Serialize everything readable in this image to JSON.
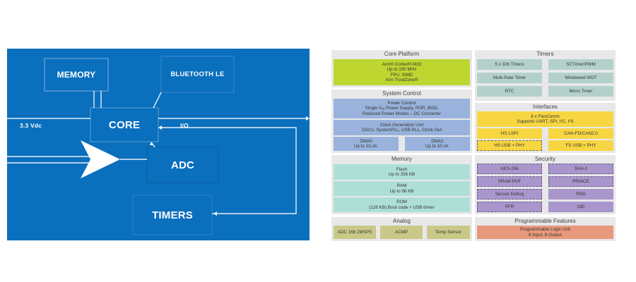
{
  "system_diagram": {
    "background_color": "#0a6fbd",
    "blocks": {
      "memory": "MEMORY",
      "bluetooth": "BLUETOOTH LE",
      "core": "CORE",
      "adc": "ADC",
      "timers": "TIMERS"
    },
    "labels": {
      "supply": "3.3 Vdc",
      "io": "I/O"
    },
    "icons": {
      "amplifier": "amplifier-triangle-icon"
    }
  },
  "mcu_diagram": {
    "core_platform": {
      "title": "Core Platform",
      "color": "#bed630",
      "lines": [
        "Arm® Cortex®-M33",
        "Up to 150 MHz",
        "FPU, SIMD",
        "Arm TrustZone®"
      ]
    },
    "system_control": {
      "title": "System Control",
      "color": "#99b3dc",
      "power_control": [
        "Power Control",
        "Single Vₓₓ Power Supply, POR, BOD,",
        "Reduced Power Modes – DC Converter"
      ],
      "clock": [
        "Clock Generation Unit",
        "OSCs, SystemPLL, USB PLL, Clock Out"
      ],
      "dma0": [
        "DMA0",
        "Up to 22-ch."
      ],
      "dma1": [
        "DMA1",
        "Up to 10-ch."
      ]
    },
    "memory": {
      "title": "Memory",
      "color": "#aedfd6",
      "flash": [
        "Flash",
        "Up to 256 KB"
      ],
      "ram": [
        "RAM",
        "Up to 96 KB"
      ],
      "rom": [
        "ROM",
        "(128 KB) Boot code + USB driver"
      ]
    },
    "analog": {
      "title": "Analog",
      "color": "#c9c887",
      "items": [
        "ADC 16b 2MSPS",
        "ACMP",
        "Temp Sensor"
      ]
    },
    "timers": {
      "title": "Timers",
      "color": "#b3d1ca",
      "items": [
        "5 x 32b Timers",
        "SCTimer/PWM",
        "Multi-Rate  Timer",
        "Windowed WDT",
        "RTC",
        "Micro  Timer"
      ]
    },
    "interfaces": {
      "title": "Interfaces",
      "color": "#f7d642",
      "flexcomm": [
        "8 x FlexComm",
        "Supports UART, SPI, I²C, I²S"
      ],
      "items": [
        "HS LSPI",
        "CAN-FD/CAN2.0",
        "HS USB + PHY",
        "FS USB + PHY"
      ]
    },
    "security": {
      "title": "Security",
      "color": "#a996cc",
      "items": [
        "AES-256",
        "SHA-2",
        "SRAM PUF",
        "PRINCE",
        "Secure Debug",
        "RNG",
        "PFR",
        "UID"
      ]
    },
    "programmable": {
      "title": "Programmable Features",
      "color": "#e8987b",
      "lines": [
        "Programmable Logic Unit",
        "6 Input, 8 Output"
      ]
    }
  }
}
